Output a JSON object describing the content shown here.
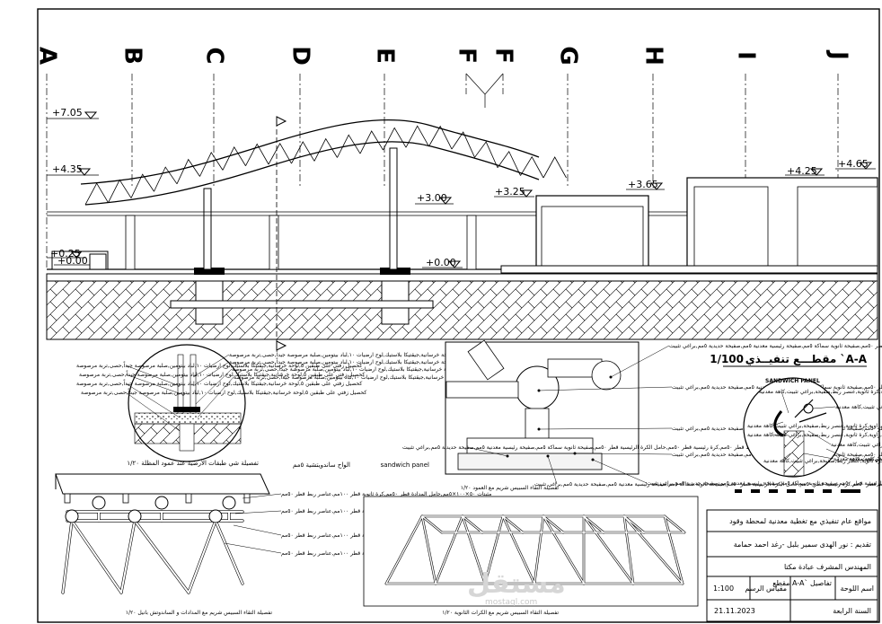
{
  "grid_axes": [
    "A",
    "B",
    "C",
    "D",
    "E",
    "F",
    "F",
    "G",
    "H",
    "I",
    "J"
  ],
  "levels": [
    "+7.05",
    "+4.35",
    "+0.25",
    "+0.00",
    "+3.00",
    "+0.00",
    "+3.25",
    "+3.65",
    "+4.25",
    "+4.65"
  ],
  "section_title": "مقطـــع تنفيــذي `A-A",
  "section_scale": "1/100",
  "detail_base": {
    "labels": [
      "كحصيل زفتي على طبقين ٥",
      "لوحة خرسانية",
      "جيقتيكا بلاستيك",
      "لوح ارضيات ١٠",
      "لباد بيتومين",
      "صلبة مرصوصة جيداً",
      "حصى",
      "تربة مرصوصة"
    ],
    "caption": "تفصيلة شي طبقات الأرضية عند عمود المظلة ١/٢٠"
  },
  "detail_node": {
    "labels": [
      "عناصر ربط قطر ٥٠مم",
      "كرة رئيسية قطر ٥٠مم",
      "حامل الكرة الرئيسية قطر ٥٠مم",
      "صفيحة ثانوية سماكة ٥مم",
      "صفيحة رئيسية معدنية ٥مم",
      "صفيحة حديدية ٥مم",
      "براغي تثبيت"
    ],
    "caption": "تفصيلة التقاء السبيس شريم مع العمود ١/٢٠"
  },
  "detail_panel": {
    "top_label": "sandwich panel",
    "top_label_ar": "الواح ساندويتشية ٥مم",
    "labels": [
      "مثبتات ٥٠×١٠٠×٥مم",
      "حامل المدادة قطر ٥٠مم",
      "كرة ثانوية قطر ١٠٠مم",
      "عناصر ربط قطر ٥٠مم"
    ],
    "caption": "تفصيلة التقاء السبيس شريم مع المدادات و الساندوتش بانيل ١/٢٠"
  },
  "detail_truss": {
    "caption": "تفصيلة التقاء السبيس شريم مع الكرات الثانوية ١/٢٠"
  },
  "detail_sandwich": {
    "title": "SANDWICH PANEL",
    "labels": [
      "زاوية",
      "حديد مزدوج",
      "زاوية",
      "كرة ثانوية",
      "عنصر ربط",
      "صفيحة",
      "براغي تثبيت",
      "كاهة معدنية"
    ]
  },
  "title_block": {
    "project": "مواقع عام تنفيذي مع تغطية معدنية لمحطة وقود",
    "presenters": "تقديم : نور الهدى سمير بلبل -رغد احمد حمامة",
    "supervisor": "المهندس المشرف عبادة مكتا",
    "board_label": "اسم اللوحة",
    "board_value": "مقطع A-A` تفاصيل",
    "scale_label": "مقياس الرسم",
    "scale_value": "1:100",
    "year": "السنة الرابعة",
    "date": "21.11.2023"
  },
  "watermark": "مستقل",
  "watermark_sub": "mostaql.com"
}
